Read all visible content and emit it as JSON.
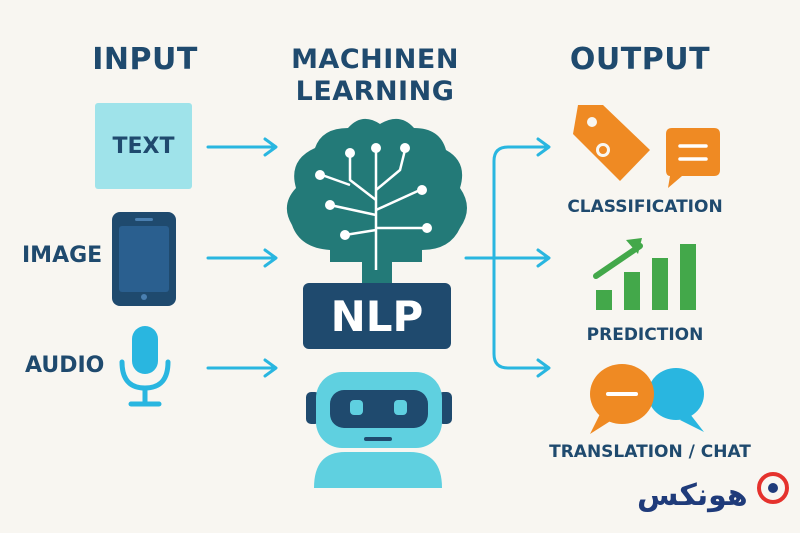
{
  "headings": {
    "input": "INPUT",
    "ml_line1": "MACHINEN",
    "ml_line2": "LEARNING",
    "output": "OUTPUT"
  },
  "inputs": {
    "text": "TEXT",
    "image": "IMAGE",
    "audio": "AUDIO"
  },
  "center": {
    "nlp": "NLP"
  },
  "outputs": {
    "classification": "CLASSIFICATION",
    "prediction": "PREDICTION",
    "translation": "TRANSLATION / CHAT"
  },
  "logo": {
    "text": "هونکس"
  },
  "colors": {
    "navy": "#1f4a6e",
    "arrow": "#29b6e0",
    "brain": "#237a78",
    "orange": "#ef8a23",
    "green": "#43a84a",
    "teal": "#5fd0e0"
  },
  "icons": [
    "phone-icon",
    "microphone-icon",
    "brain-icon",
    "robot-icon",
    "tag-icon",
    "chat-icon",
    "growth-chart-icon",
    "chat-bubbles-icon"
  ]
}
